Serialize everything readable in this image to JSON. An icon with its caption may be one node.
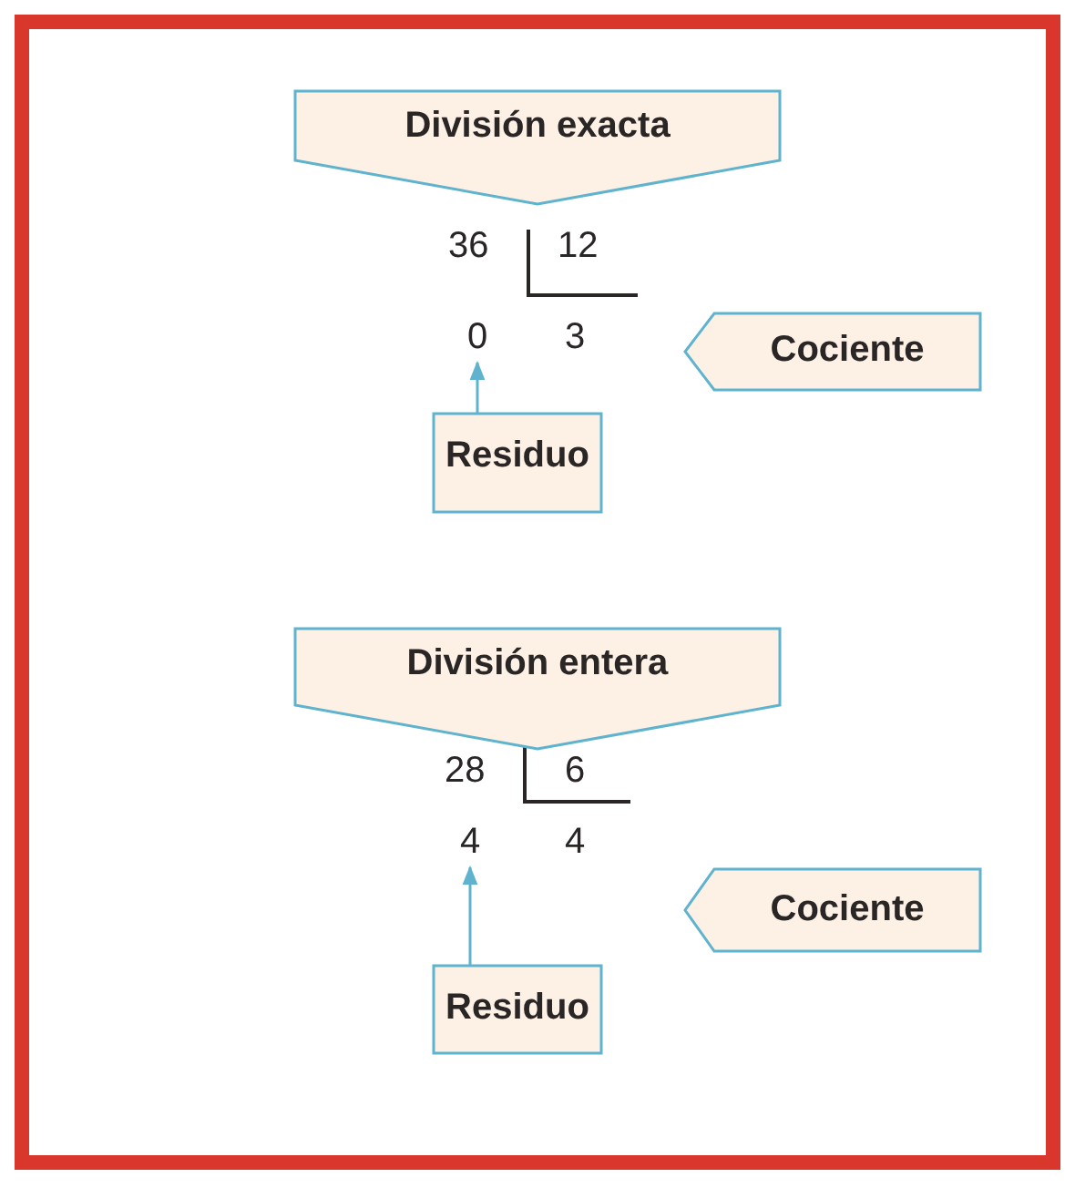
{
  "diagram": {
    "nodes": [
      {
        "text": [
          "División exacta"
        ]
      },
      {
        "text": [
          "0"
        ]
      },
      {
        "text": [
          "Cociente"
        ]
      },
      {
        "text": [
          "Residuo"
        ]
      },
      {
        "text": [
          "División entera"
        ]
      },
      {
        "text": [
          "4"
        ]
      },
      {
        "text": [
          "Cociente"
        ]
      },
      {
        "text": [
          "Residuo"
        ]
      }
    ],
    "edges": [
      {
        "from": 3,
        "to": 1,
        "arrow": "to"
      },
      {
        "from": 7,
        "to": 5,
        "arrow": "to"
      }
    ],
    "labels": [
      "36",
      "12",
      "3",
      "28",
      "6",
      "4"
    ]
  }
}
